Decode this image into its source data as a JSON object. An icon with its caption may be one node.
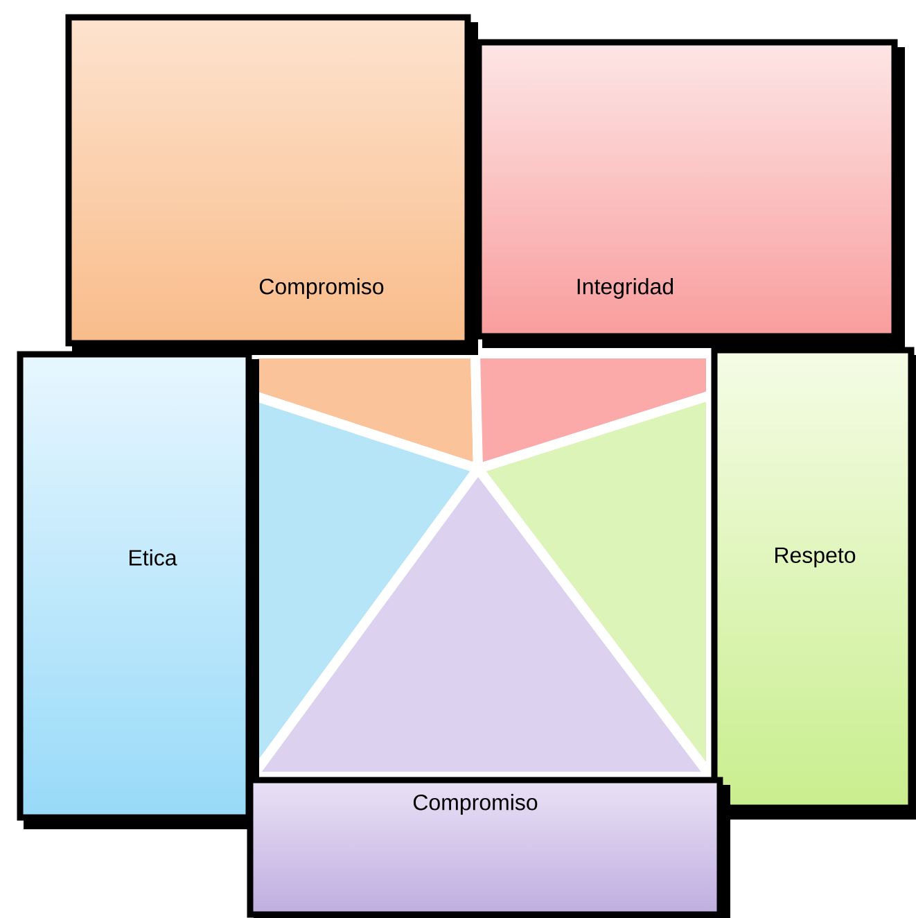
{
  "diagram": {
    "nodes": [
      {
        "text": [
          "Compromiso"
        ]
      },
      {
        "text": [
          "Integridad"
        ]
      },
      {
        "text": [
          "Etica"
        ]
      },
      {
        "text": [
          "Respeto"
        ]
      },
      {
        "text": [
          "Compromiso"
        ]
      }
    ]
  }
}
